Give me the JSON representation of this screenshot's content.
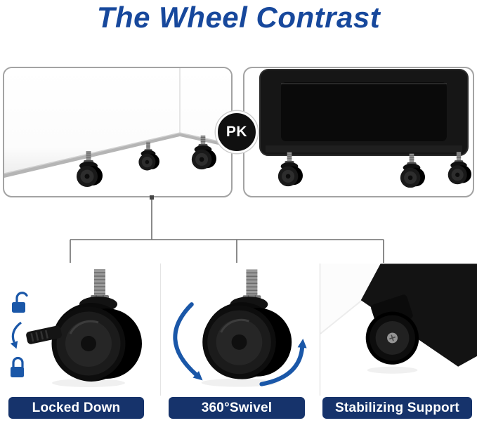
{
  "title": "The Wheel Contrast",
  "comparison": {
    "badge_label": "PK"
  },
  "features": [
    {
      "label": "Locked Down"
    },
    {
      "label": "360°Swivel"
    },
    {
      "label": "Stabilizing Support"
    }
  ],
  "colors": {
    "title_blue": "#17489c",
    "label_navy": "#16336b",
    "accent_blue": "#1a57a8",
    "badge_black": "#101010"
  }
}
